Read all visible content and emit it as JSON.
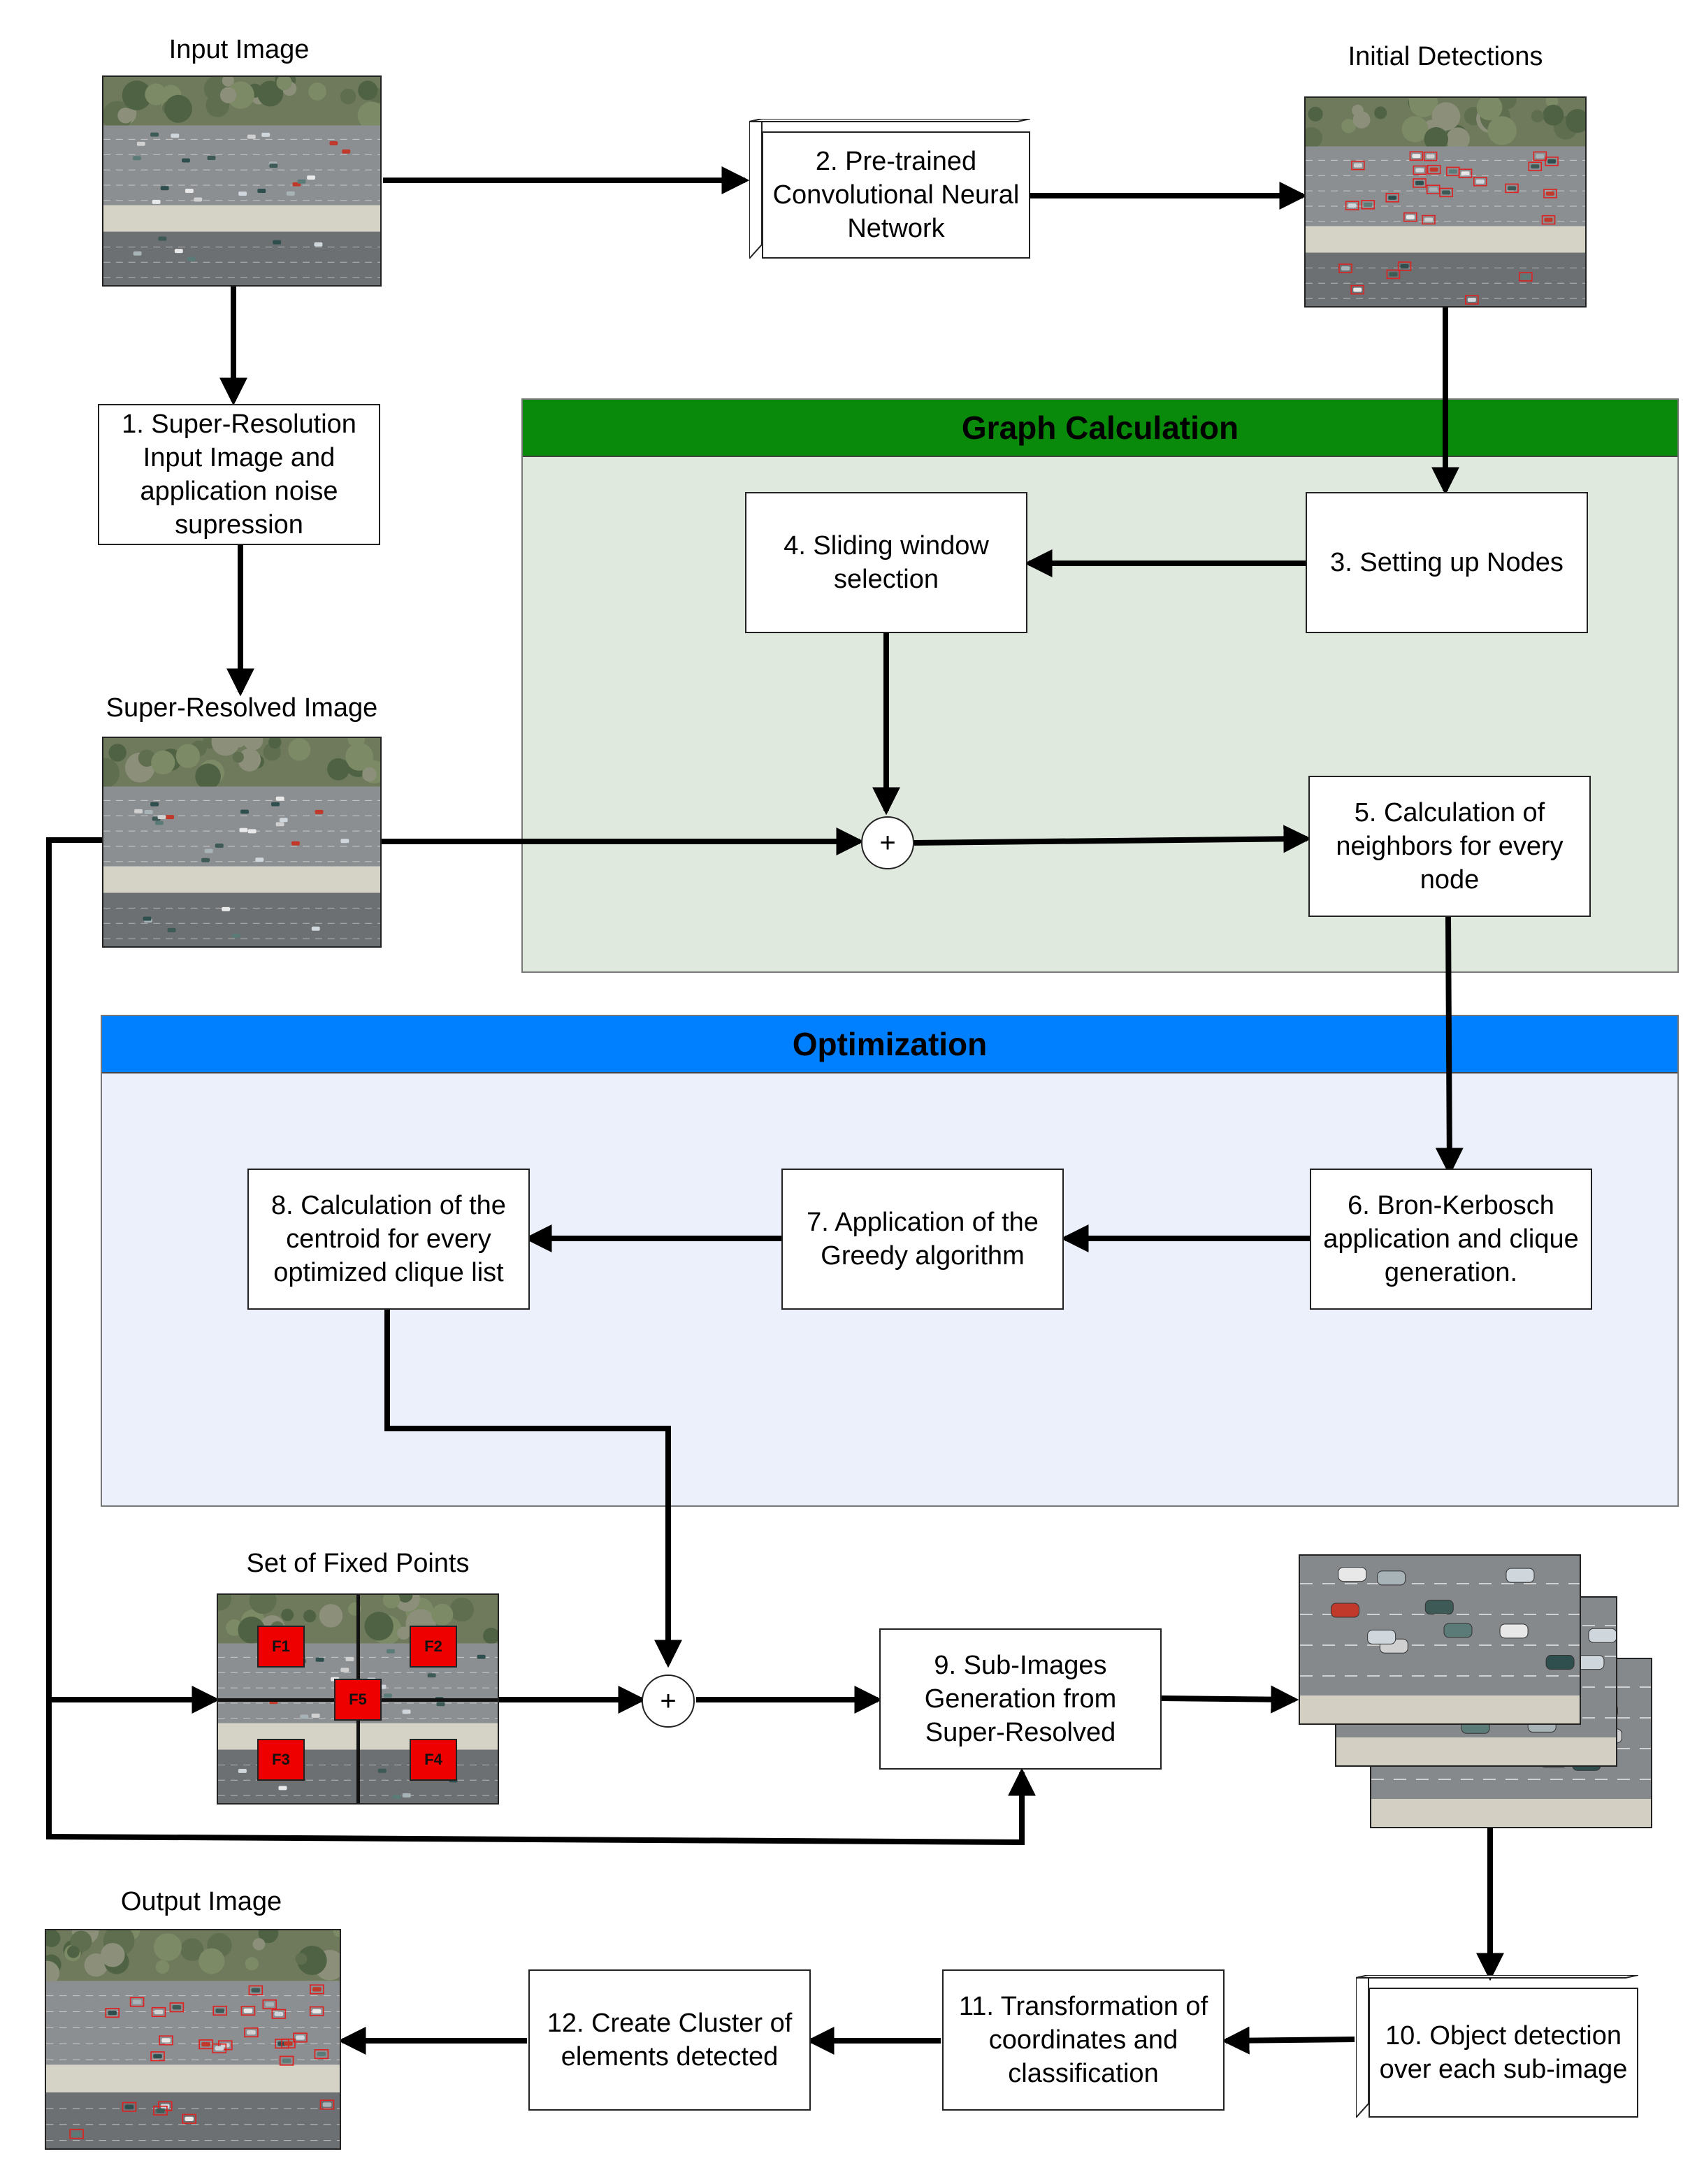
{
  "colors": {
    "graph_header": "#0a8a0a",
    "graph_body": "#dfe9de",
    "opt_header": "#007fff",
    "opt_body": "#ecf0fb",
    "fixed_point": "#ef0000",
    "detection_box": "#dd2222"
  },
  "captions": {
    "input_image": "Input Image",
    "initial_detections": "Initial Detections",
    "super_resolved": "Super-Resolved Image",
    "fixed_points": "Set of Fixed Points",
    "output_image": "Output Image"
  },
  "panels": {
    "graph": "Graph Calculation",
    "optimization": "Optimization"
  },
  "steps": {
    "s1": "1. Super-Resolution\nInput Image and\napplication noise\nsupression",
    "s2": "2. Pre-trained\nConvolutional Neural\nNetwork",
    "s3": "3. Setting up Nodes",
    "s4": "4. Sliding window\nselection",
    "s5": "5. Calculation of\nneighbors for every\nnode",
    "s6": "6. Bron-Kerbosch\napplication and clique\ngeneration.",
    "s7": "7. Application of the\nGreedy algorithm",
    "s8": "8. Calculation of the\ncentroid for every\noptimized clique list",
    "s9": "9. Sub-Images\nGeneration from\nSuper-Resolved",
    "s10": "10. Object detection\nover each sub-image",
    "s11": "11. Transformation of\ncoordinates and\nclassification",
    "s12": "12. Create Cluster of\nelements detected"
  },
  "junction_symbol": "+",
  "fixed_points": [
    "F1",
    "F2",
    "F5",
    "F3",
    "F4"
  ]
}
